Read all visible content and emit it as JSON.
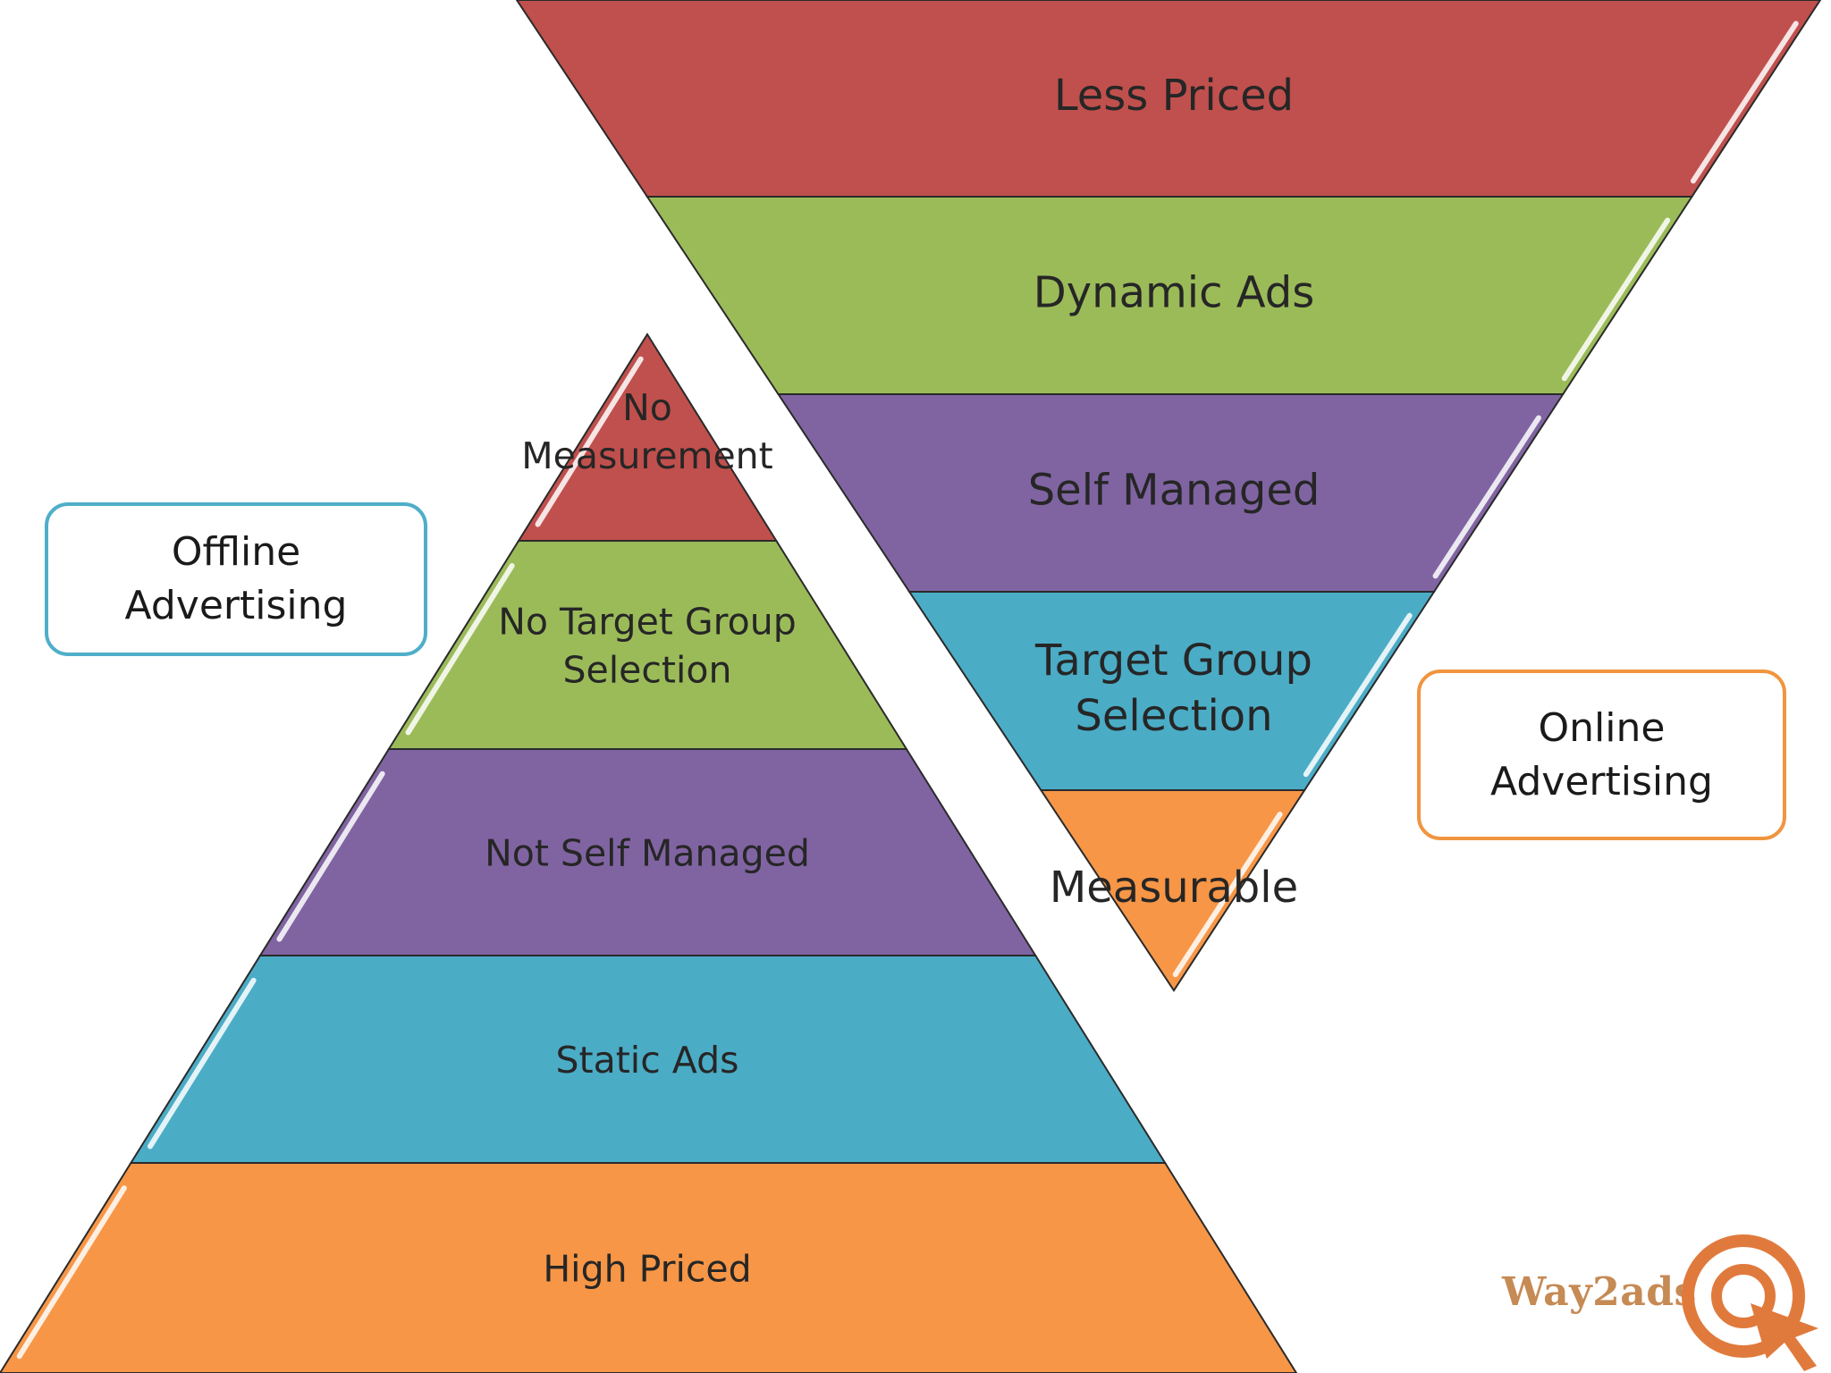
{
  "offline_pyramid": {
    "layers": [
      {
        "label": "No\nMeasurement",
        "color": "#c0504d"
      },
      {
        "label": "No Target Group\nSelection",
        "color": "#9bbb59"
      },
      {
        "label": "Not Self Managed",
        "color": "#8064a2"
      },
      {
        "label": "Static Ads",
        "color": "#4bacc6"
      },
      {
        "label": "High Priced",
        "color": "#f79646"
      }
    ]
  },
  "online_funnel": {
    "layers": [
      {
        "label": "Less Priced",
        "color": "#c0504d"
      },
      {
        "label": "Dynamic Ads",
        "color": "#9bbb59"
      },
      {
        "label": "Self Managed",
        "color": "#8064a2"
      },
      {
        "label": "Target Group\nSelection",
        "color": "#4bacc6"
      },
      {
        "label": "Measurable",
        "color": "#f79646"
      }
    ]
  },
  "callouts": {
    "offline": "Offline\nAdvertising",
    "online": "Online\nAdvertising"
  },
  "logo": {
    "text": "Way2ads",
    "color": "#e07a3c"
  }
}
